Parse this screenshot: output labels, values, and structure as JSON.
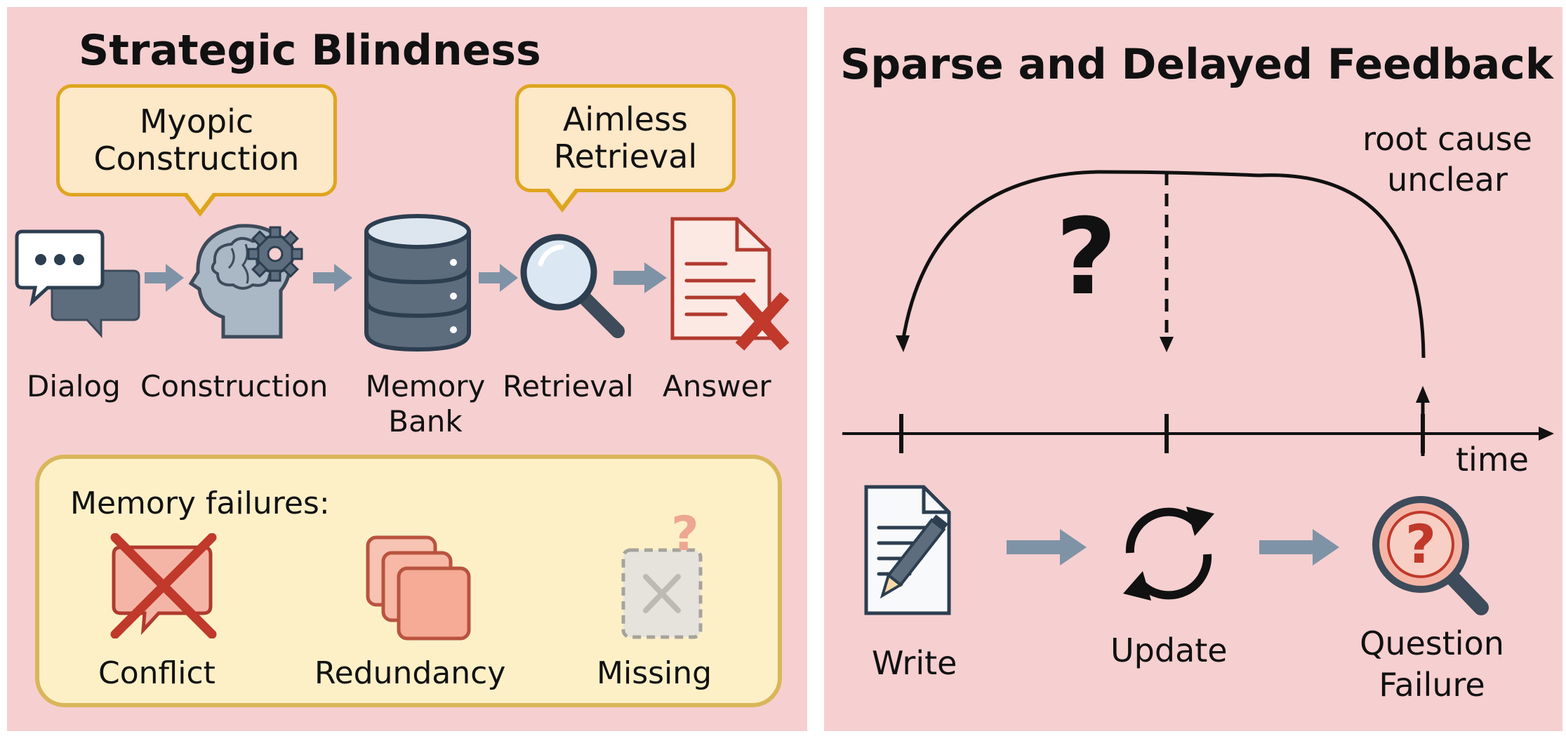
{
  "left": {
    "title": "Strategic Blindness",
    "callouts": {
      "myopic": [
        "Myopic",
        "Construction"
      ],
      "aimless": [
        "Aimless",
        "Retrieval"
      ]
    },
    "pipeline": [
      {
        "label": "Dialog",
        "icon": "dialog-bubbles-icon"
      },
      {
        "label": "Construction",
        "icon": "brain-gear-icon"
      },
      {
        "label_lines": [
          "Memory",
          "Bank"
        ],
        "icon": "database-icon"
      },
      {
        "label": "Retrieval",
        "icon": "magnifier-icon"
      },
      {
        "label": "Answer",
        "icon": "document-x-icon"
      }
    ],
    "failures": {
      "title": "Memory failures:",
      "items": [
        {
          "label": "Conflict",
          "icon": "crossed-bubble-icon"
        },
        {
          "label": "Redundancy",
          "icon": "stacked-cards-icon"
        },
        {
          "label": "Missing",
          "icon": "missing-card-icon"
        }
      ]
    }
  },
  "right": {
    "title": "Sparse and Delayed Feedback",
    "annotation": [
      "root cause",
      "unclear"
    ],
    "question_mark": "?",
    "axis_label": "time",
    "steps": [
      {
        "label": "Write",
        "icon": "document-pen-icon"
      },
      {
        "label": "Update",
        "icon": "refresh-arrows-icon"
      },
      {
        "label_lines": [
          "Question",
          "Failure"
        ],
        "icon": "question-magnifier-icon"
      }
    ]
  },
  "colors": {
    "panel_bg": "#f6cfd0",
    "callout_border": "#dfa51f",
    "callout_fill": "#fde8c7",
    "failures_fill": "#fdf0c7",
    "failures_border": "#d9b65a",
    "arrow": "#7f93a6",
    "error_red": "#c0392b"
  }
}
